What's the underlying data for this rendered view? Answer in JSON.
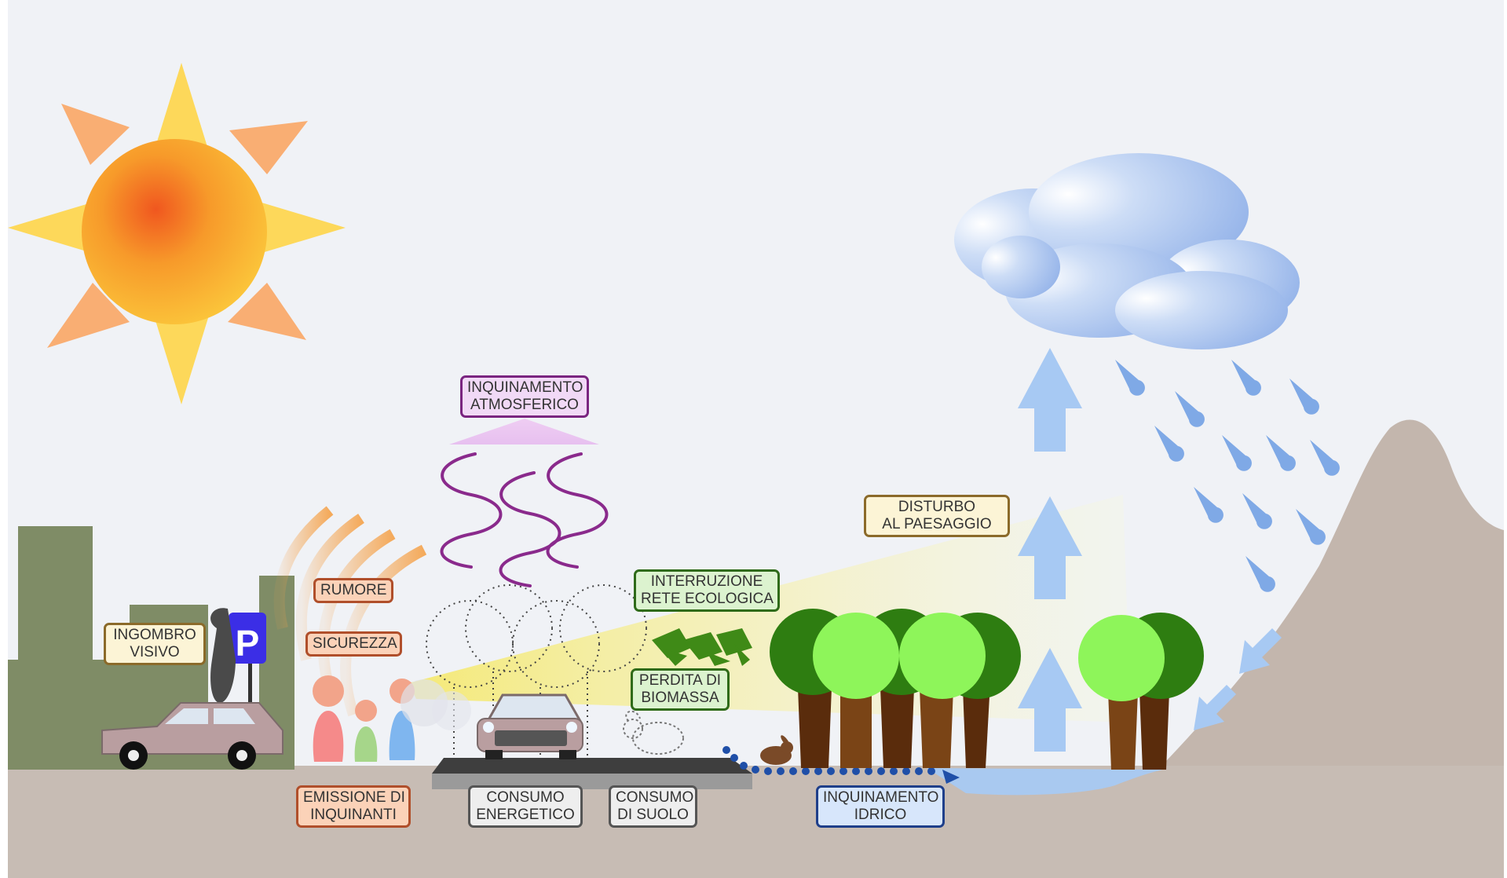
{
  "colors": {
    "sky": "#f0f2f6",
    "ground": "#c7bcb4",
    "buildings": "#7f8c66",
    "mountain": "#c3b6ad",
    "sun_core": "#f5a623",
    "sun_rays": "#fdd85a",
    "cloud": "#a9c3ee",
    "rain": "#7fa9e6",
    "arrow": "#a7c9f3",
    "water": "#a9c9f0",
    "road": "#4a4a4a",
    "tree_dark": "#2e7d11",
    "tree_light": "#8ef55a",
    "trunk": "#7a4416"
  },
  "labels": {
    "ingombro_visivo": [
      "INGOMBRO",
      "VISIVO"
    ],
    "rumore": [
      "RUMORE"
    ],
    "sicurezza": [
      "SICUREZZA"
    ],
    "emissione": [
      "EMISSIONE DI",
      "INQUINANTI"
    ],
    "inquinamento_atmosferico": [
      "INQUINAMENTO",
      "ATMOSFERICO"
    ],
    "consumo_energetico": [
      "CONSUMO",
      "ENERGETICO"
    ],
    "consumo_suolo": [
      "CONSUMO",
      "DI SUOLO"
    ],
    "interruzione": [
      "INTERRUZIONE",
      "RETE ECOLOGICA"
    ],
    "perdita_biomassa": [
      "PERDITA DI",
      "BIOMASSA"
    ],
    "disturbo_paesaggio": [
      "DISTURBO",
      "AL PAESAGGIO"
    ],
    "inquinamento_idrico": [
      "INQUINAMENTO",
      "IDRICO"
    ]
  },
  "parking_sign": "P"
}
